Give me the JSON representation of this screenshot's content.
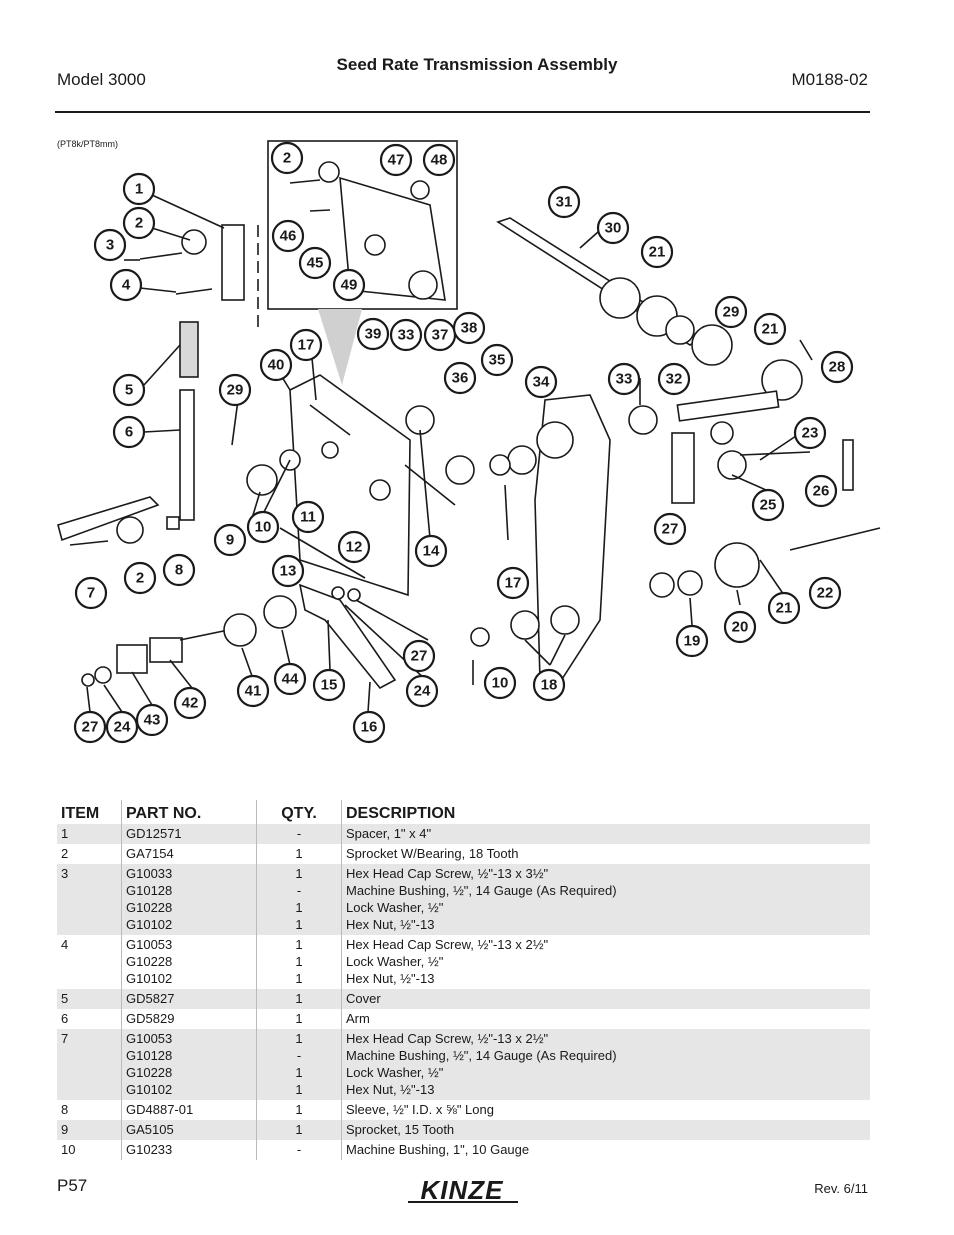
{
  "header": {
    "model": "Model 3000",
    "title": "Seed Rate Transmission Assembly",
    "doc_number": "M0188-02"
  },
  "diagram": {
    "note": "(PT8k/PT8mm)",
    "logo_text": "KINZE",
    "callouts": [
      "1",
      "2",
      "3",
      "4",
      "5",
      "6",
      "29",
      "40",
      "17",
      "39",
      "33",
      "37",
      "38",
      "36",
      "35",
      "34",
      "2",
      "7",
      "8",
      "9",
      "10",
      "11",
      "12",
      "13",
      "14",
      "17",
      "10",
      "18",
      "33",
      "32",
      "21",
      "29",
      "28",
      "23",
      "26",
      "25",
      "27",
      "22",
      "21",
      "20",
      "19",
      "27",
      "24",
      "16",
      "15",
      "44",
      "41",
      "42",
      "43",
      "24",
      "27",
      "2",
      "46",
      "45",
      "49",
      "47",
      "48",
      "31",
      "30",
      "21"
    ]
  },
  "table": {
    "headers": {
      "item": "ITEM",
      "part": "PART NO.",
      "qty": "QTY.",
      "desc": "DESCRIPTION"
    },
    "rows": [
      {
        "item": "1",
        "parts": [
          "GD12571"
        ],
        "qty": [
          "-"
        ],
        "desc": [
          "Spacer, 1\" x 4\""
        ]
      },
      {
        "item": "2",
        "parts": [
          "GA7154"
        ],
        "qty": [
          "1"
        ],
        "desc": [
          "Sprocket W/Bearing, 18 Tooth"
        ]
      },
      {
        "item": "3",
        "parts": [
          "G10033",
          "G10128",
          "G10228",
          "G10102"
        ],
        "qty": [
          "1",
          "-",
          "1",
          "1"
        ],
        "desc": [
          "Hex Head Cap Screw, ½\"-13 x 3½\"",
          "Machine Bushing, ½\", 14 Gauge (As Required)",
          "Lock Washer, ½\"",
          "Hex Nut, ½\"-13"
        ]
      },
      {
        "item": "4",
        "parts": [
          "G10053",
          "G10228",
          "G10102"
        ],
        "qty": [
          "1",
          "1",
          "1"
        ],
        "desc": [
          "Hex Head Cap Screw, ½\"-13 x 2½\"",
          "Lock Washer, ½\"",
          "Hex Nut, ½\"-13"
        ]
      },
      {
        "item": "5",
        "parts": [
          "GD5827"
        ],
        "qty": [
          "1"
        ],
        "desc": [
          "Cover"
        ]
      },
      {
        "item": "6",
        "parts": [
          "GD5829"
        ],
        "qty": [
          "1"
        ],
        "desc": [
          "Arm"
        ]
      },
      {
        "item": "7",
        "parts": [
          "G10053",
          "G10128",
          "G10228",
          "G10102"
        ],
        "qty": [
          "1",
          "-",
          "1",
          "1"
        ],
        "desc": [
          "Hex Head Cap Screw, ½\"-13 x 2½\"",
          "Machine Bushing, ½\", 14 Gauge (As Required)",
          "Lock Washer, ½\"",
          "Hex Nut, ½\"-13"
        ]
      },
      {
        "item": "8",
        "parts": [
          "GD4887-01"
        ],
        "qty": [
          "1"
        ],
        "desc": [
          "Sleeve, ½\" I.D. x  ⅝\" Long"
        ]
      },
      {
        "item": "9",
        "parts": [
          "GA5105"
        ],
        "qty": [
          "1"
        ],
        "desc": [
          "Sprocket, 15 Tooth"
        ]
      },
      {
        "item": "10",
        "parts": [
          "G10233"
        ],
        "qty": [
          "-"
        ],
        "desc": [
          "Machine Bushing, 1\", 10 Gauge"
        ]
      }
    ]
  },
  "footer": {
    "page": "P57",
    "rev": "Rev. 6/11"
  }
}
